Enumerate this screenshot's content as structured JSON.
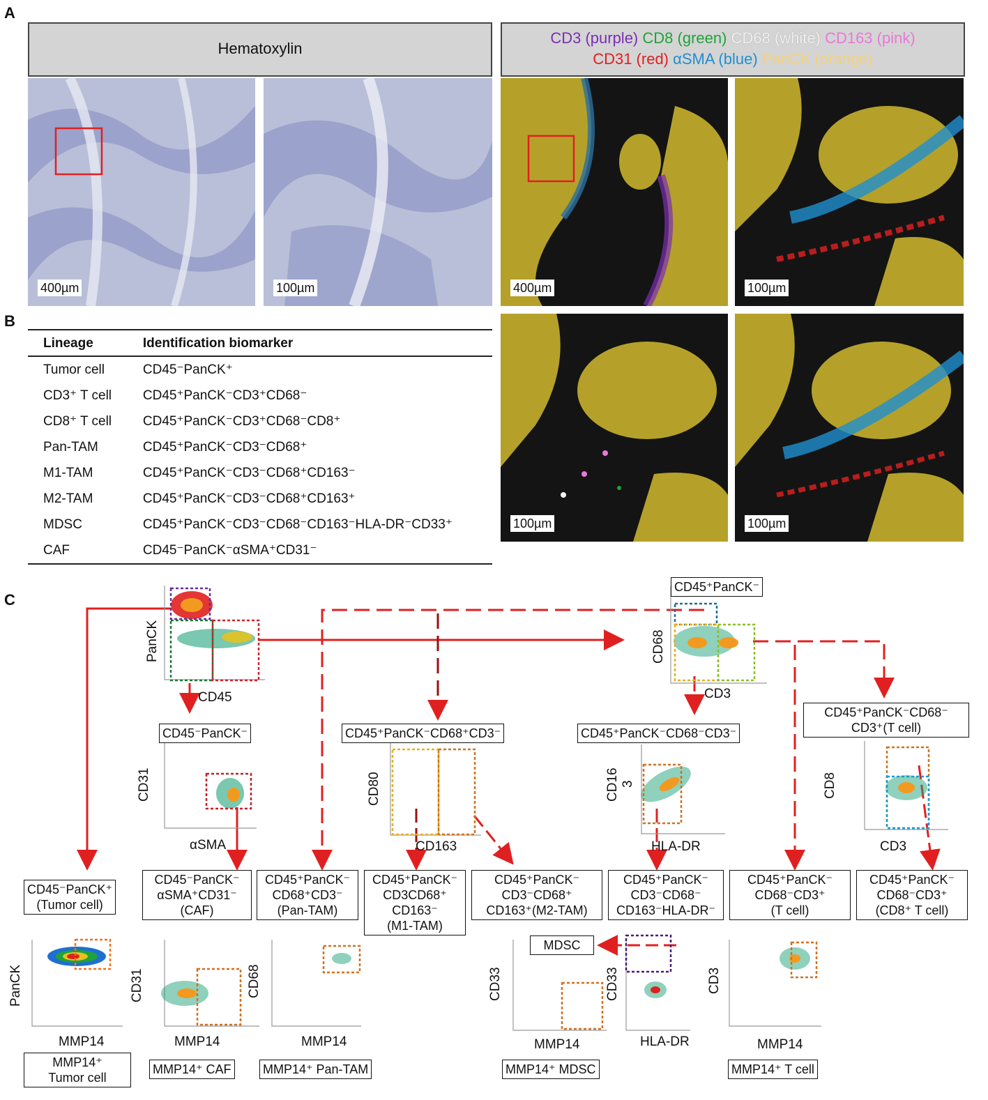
{
  "panels": {
    "a": "A",
    "b": "B",
    "c": "C"
  },
  "headers": {
    "hematoxylin": "Hematoxylin",
    "markers": [
      {
        "text": "CD3 (purple)",
        "color": "#7a2fb3"
      },
      {
        "text": "CD8 (green)",
        "color": "#1fa33a"
      },
      {
        "text": "CD68 (white)",
        "color": "#f2f2f2"
      },
      {
        "text": "CD163 (pink)",
        "color": "#e879d8"
      },
      {
        "text": "CD31 (red)",
        "color": "#e0201f"
      },
      {
        "text": "αSMA (blue)",
        "color": "#1f8fd0"
      },
      {
        "text": "PanCK (orange)",
        "color": "#f3d27a"
      }
    ]
  },
  "scalebars": {
    "s400": "400µm",
    "s100": "100µm"
  },
  "table": {
    "col1": "Lineage",
    "col2": "Identification biomarker",
    "rows": [
      [
        "Tumor cell",
        "CD45⁻PanCK⁺"
      ],
      [
        "CD3⁺ T cell",
        "CD45⁺PanCK⁻CD3⁺CD68⁻"
      ],
      [
        "CD8⁺ T cell",
        "CD45⁺PanCK⁻CD3⁺CD68⁻CD8⁺"
      ],
      [
        "Pan-TAM",
        "CD45⁺PanCK⁻CD3⁻CD68⁺"
      ],
      [
        "M1-TAM",
        "CD45⁺PanCK⁻CD3⁻CD68⁺CD163⁻"
      ],
      [
        "M2-TAM",
        "CD45⁺PanCK⁻CD3⁻CD68⁺CD163⁺"
      ],
      [
        "MDSC",
        "CD45⁺PanCK⁻CD3⁻CD68⁻CD163⁻HLA-DR⁻CD33⁺"
      ],
      [
        "CAF",
        "CD45⁻PanCK⁻αSMA⁺CD31⁻"
      ]
    ]
  },
  "gating": {
    "axes": {
      "panck": "PanCK",
      "cd45": "CD45",
      "cd31": "CD31",
      "asma": "αSMA",
      "cd80": "CD80",
      "cd163": "CD163",
      "cd68": "CD68",
      "cd3": "CD3",
      "cd16": "CD16",
      "three": "3",
      "hladr": "HLA-DR",
      "cd8": "CD8",
      "mmp14": "MMP14",
      "cd33": "CD33"
    },
    "labels": {
      "top_cd45p_panckm": "CD45⁺PanCK⁻",
      "cd45m_panckm": "CD45⁻PanCK⁻",
      "m_cd68p_cd3m": "CD45⁺PanCK⁻CD68⁺CD3⁻",
      "m_cd68m_cd3m": "CD45⁺PanCK⁻CD68⁻CD3⁻",
      "m_tcell_1": "CD45⁺PanCK⁻CD68⁻",
      "m_tcell_2": "CD3⁺(T cell)",
      "tumor_1": "CD45⁻PanCK⁺",
      "tumor_2": "(Tumor cell)",
      "caf_1": "CD45⁻PanCK⁻",
      "caf_2": "αSMA⁺CD31⁻",
      "caf_3": "(CAF)",
      "pantam_1": "CD45⁺PanCK⁻",
      "pantam_2": "CD68⁺CD3⁻",
      "pantam_3": "(Pan-TAM)",
      "m1_1": "CD45⁺PanCK⁻",
      "m1_2": "CD3CD68⁺",
      "m1_3": "CD163⁻",
      "m1_4": "(M1-TAM)",
      "m2_1": "CD45⁺PanCK⁻",
      "m2_2": "CD3⁻CD68⁺",
      "m2_3": "CD163⁺(M2-TAM)",
      "dn_1": "CD45⁺PanCK⁻",
      "dn_2": "CD3⁻CD68⁻",
      "dn_3": "CD163⁻HLA-DR⁻",
      "t_1": "CD45⁺PanCK⁻",
      "t_2": "CD68⁻CD3⁺",
      "t_3": "(T cell)",
      "cd8_1": "CD45⁺PanCK⁻",
      "cd8_2": "CD68⁻CD3⁺",
      "cd8_3": "(CD8⁺ T cell)",
      "mdsc": "MDSC",
      "mmp_tumor_1": "MMP14⁺",
      "mmp_tumor_2": "Tumor cell",
      "mmp_caf": "MMP14⁺  CAF",
      "mmp_pantam": "MMP14⁺  Pan-TAM",
      "mmp_mdsc": "MMP14⁺  MDSC",
      "mmp_tcell": "MMP14⁺  T cell"
    }
  }
}
